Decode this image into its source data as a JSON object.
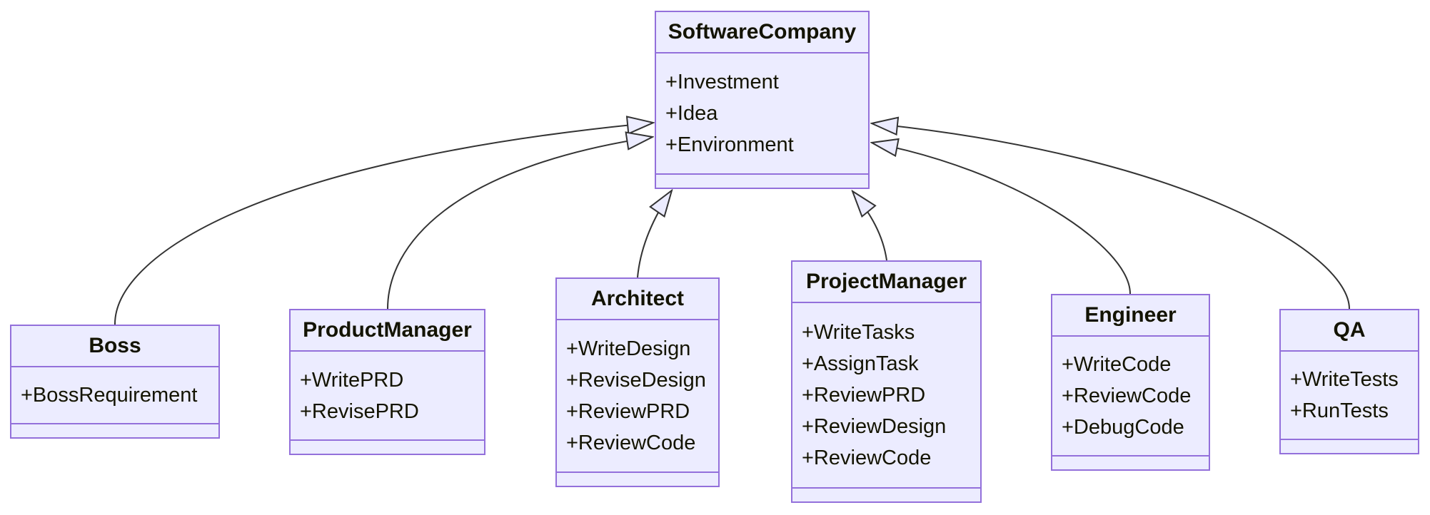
{
  "diagram": {
    "kind": "uml-class-diagram",
    "colors": {
      "background": "#FFFFFF",
      "box_fill": "#ECECFF",
      "box_border": "#9370DB",
      "edge_line": "#333333",
      "text": "#131300"
    },
    "arrow_style": "hollow-triangle",
    "classes": [
      {
        "name": "SoftwareCompany",
        "members": [
          "+Investment",
          "+Idea",
          "+Environment"
        ]
      },
      {
        "name": "Boss",
        "members": [
          "+BossRequirement"
        ]
      },
      {
        "name": "ProductManager",
        "members": [
          "+WritePRD",
          "+RevisePRD"
        ]
      },
      {
        "name": "Architect",
        "members": [
          "+WriteDesign",
          "+ReviseDesign",
          "+ReviewPRD",
          "+ReviewCode"
        ]
      },
      {
        "name": "ProjectManager",
        "members": [
          "+WriteTasks",
          "+AssignTask",
          "+ReviewPRD",
          "+ReviewDesign",
          "+ReviewCode"
        ]
      },
      {
        "name": "Engineer",
        "members": [
          "+WriteCode",
          "+ReviewCode",
          "+DebugCode"
        ]
      },
      {
        "name": "QA",
        "members": [
          "+WriteTests",
          "+RunTests"
        ]
      }
    ],
    "relations": [
      {
        "from": "Boss",
        "to": "SoftwareCompany",
        "kind": "inheritance"
      },
      {
        "from": "ProductManager",
        "to": "SoftwareCompany",
        "kind": "inheritance"
      },
      {
        "from": "Architect",
        "to": "SoftwareCompany",
        "kind": "inheritance"
      },
      {
        "from": "ProjectManager",
        "to": "SoftwareCompany",
        "kind": "inheritance"
      },
      {
        "from": "Engineer",
        "to": "SoftwareCompany",
        "kind": "inheritance"
      },
      {
        "from": "QA",
        "to": "SoftwareCompany",
        "kind": "inheritance"
      }
    ]
  }
}
